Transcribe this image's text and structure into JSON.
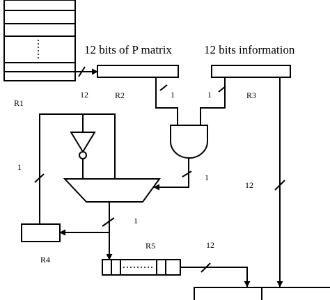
{
  "labels": {
    "p_matrix": "12 bits of P matrix",
    "information": "12 bits information",
    "r1": "R1",
    "r2": "R2",
    "r3": "R3",
    "r4": "R4",
    "r5": "R5"
  },
  "bus_widths": {
    "r1_to_r2": "12",
    "r2_to_and": "1",
    "r3_to_and": "1",
    "and_to_mux": "1",
    "feedback_r4": "1",
    "mux_out": "1",
    "r3_down": "12",
    "r5_out": "12"
  }
}
